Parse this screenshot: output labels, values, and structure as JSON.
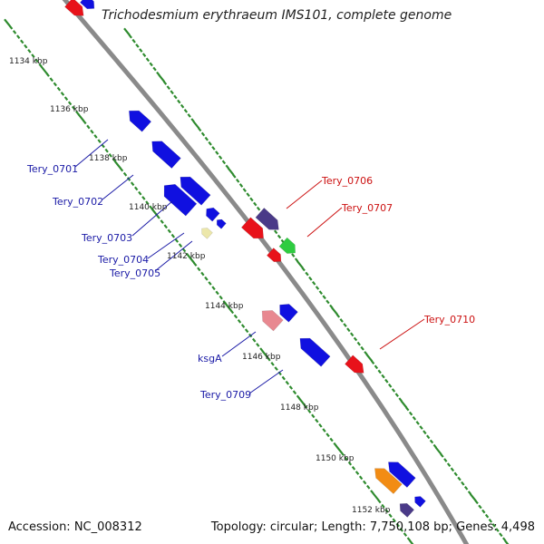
{
  "title": "Trichodesmium erythraeum IMS101, complete genome",
  "footer": {
    "accession": "Accession: NC_008312",
    "summary": "Topology: circular; Length: 7,750,108 bp; Genes: 4,498"
  },
  "colors": {
    "backbone": "#8a8a8a",
    "tick": "#2e8b2e",
    "label_left": "#1a1aa6",
    "label_right": "#cc1111",
    "kbp_label": "#222222"
  },
  "ruler": {
    "unit": "kbp",
    "labels": [
      "1134 kbp",
      "1136 kbp",
      "1138 kbp",
      "1140 kbp",
      "1142 kbp",
      "1144 kbp",
      "1146 kbp",
      "1148 kbp",
      "1150 kbp",
      "1152 kbp"
    ]
  },
  "genes": [
    {
      "id": "g-top-red",
      "color": "#e8121a",
      "strand": "plus"
    },
    {
      "id": "g-top-blue",
      "color": "#1010e0",
      "strand": "plus"
    },
    {
      "id": "g-1",
      "color": "#1010e0",
      "strand": "minus"
    },
    {
      "id": "g-2",
      "color": "#1010e0",
      "strand": "minus"
    },
    {
      "id": "g-3",
      "color": "#1010e0",
      "strand": "minus"
    },
    {
      "id": "g-4",
      "color": "#1010e0",
      "strand": "minus"
    },
    {
      "id": "g-5",
      "color": "#1010e0",
      "strand": "minus"
    },
    {
      "id": "g-yellow",
      "color": "#ece7aa",
      "strand": "minus"
    },
    {
      "id": "g-6",
      "color": "#1010e0",
      "strand": "minus"
    },
    {
      "id": "g-pink",
      "color": "#e88890",
      "strand": "minus"
    },
    {
      "id": "g-7",
      "color": "#1010e0",
      "strand": "minus"
    },
    {
      "id": "g-8",
      "color": "#1010e0",
      "strand": "minus"
    },
    {
      "id": "g-red-a",
      "color": "#e8121a",
      "strand": "plus"
    },
    {
      "id": "g-purple-a",
      "color": "#4a3a88",
      "strand": "plus"
    },
    {
      "id": "g-red-b",
      "color": "#e8121a",
      "strand": "plus"
    },
    {
      "id": "g-green",
      "color": "#2ecc40",
      "strand": "plus"
    },
    {
      "id": "g-red-c",
      "color": "#e8121a",
      "strand": "plus"
    },
    {
      "id": "g-orange",
      "color": "#f28c14",
      "strand": "minus"
    },
    {
      "id": "g-9",
      "color": "#1010e0",
      "strand": "minus"
    },
    {
      "id": "g-purple-b",
      "color": "#4a3a88",
      "strand": "minus"
    },
    {
      "id": "g-10",
      "color": "#1010e0",
      "strand": "minus"
    }
  ],
  "gene_labels_left": [
    "Tery_0701",
    "Tery_0702",
    "Tery_0703",
    "Tery_0704",
    "Tery_0705",
    "ksgA",
    "Tery_0709"
  ],
  "gene_labels_right": [
    "Tery_0706",
    "Tery_0707",
    "Tery_0710"
  ]
}
